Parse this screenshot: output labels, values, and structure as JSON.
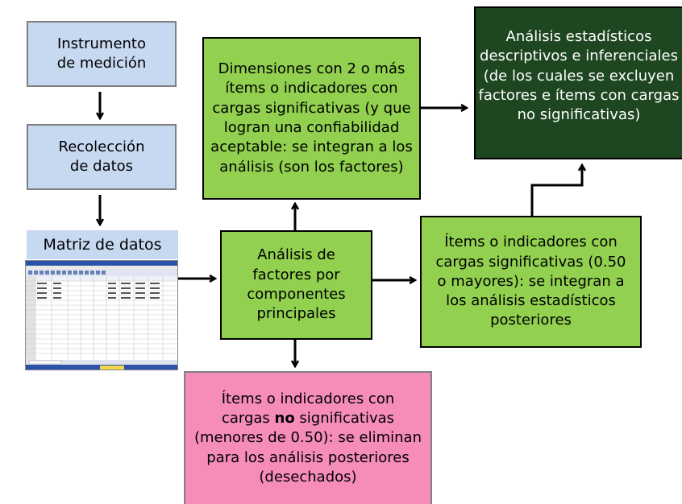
{
  "boxes": {
    "instrumento": "Instrumento\nde medición",
    "recoleccion": "Recolección\nde datos",
    "matriz": "Matriz de datos",
    "dimensiones": "Dimensiones con 2 o más\nítems o indicadores con\ncargas significativas (y que\nlogran una confiabilidad\naceptable: se integran a los\nanálisis (son los factores)",
    "analisis_factores": "Análisis de\nfactores por\ncomponentes\nprincipales",
    "items_sig": "Ítems o indicadores con\ncargas significativas (0.50\no mayores): se integran a\nlos análisis estadísticos\nposteriores",
    "analisis_estadisticos": "Análisis estadísticos\ndescriptivos e inferenciales\n(de los cuales se excluyen\nfactores e ítems con cargas\nno significativas)",
    "items_no_sig_pre": "Ítems o indicadores con\ncargas ",
    "items_no_sig_bold": "no",
    "items_no_sig_post": " significativas\n(menores de 0.50): se eliminan\npara los análisis posteriores\n(desechados)"
  },
  "colors": {
    "blue_box": "#c6d9f1",
    "green_box": "#92d050",
    "dark_green_box": "#1e4620",
    "pink_box": "#f68cba"
  }
}
